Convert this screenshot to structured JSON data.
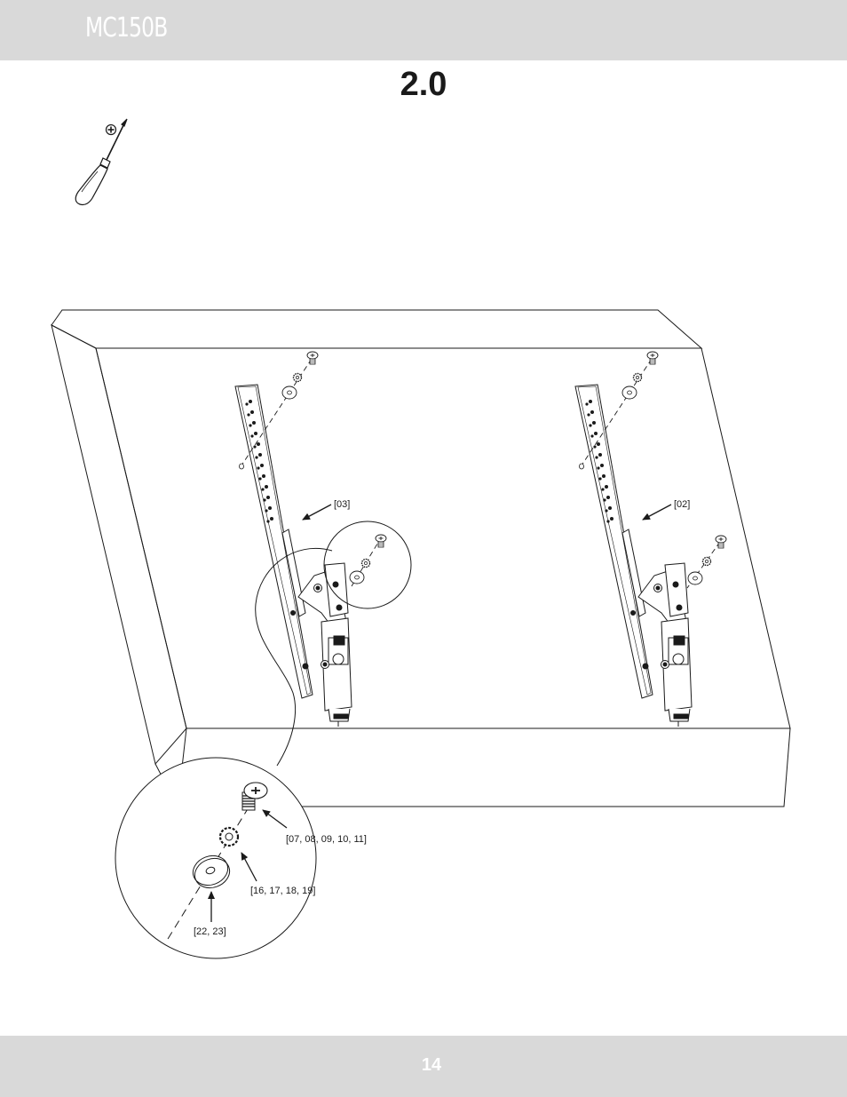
{
  "header": {
    "model": "MC150B"
  },
  "step": {
    "number": "2.0"
  },
  "tool": {
    "icon": "phillips-screwdriver-icon"
  },
  "callouts": {
    "left_bracket": "[03]",
    "right_bracket": "[02]",
    "screw": "[07, 08, 09, 10, 11]",
    "lock_washer": "[16, 17, 18, 19]",
    "flat_washer": "[22, 23]"
  },
  "colors": {
    "band": "#d9d9d9",
    "band_text": "#ffffff",
    "line": "#1a1a1a"
  },
  "footer": {
    "page_number": "14"
  }
}
